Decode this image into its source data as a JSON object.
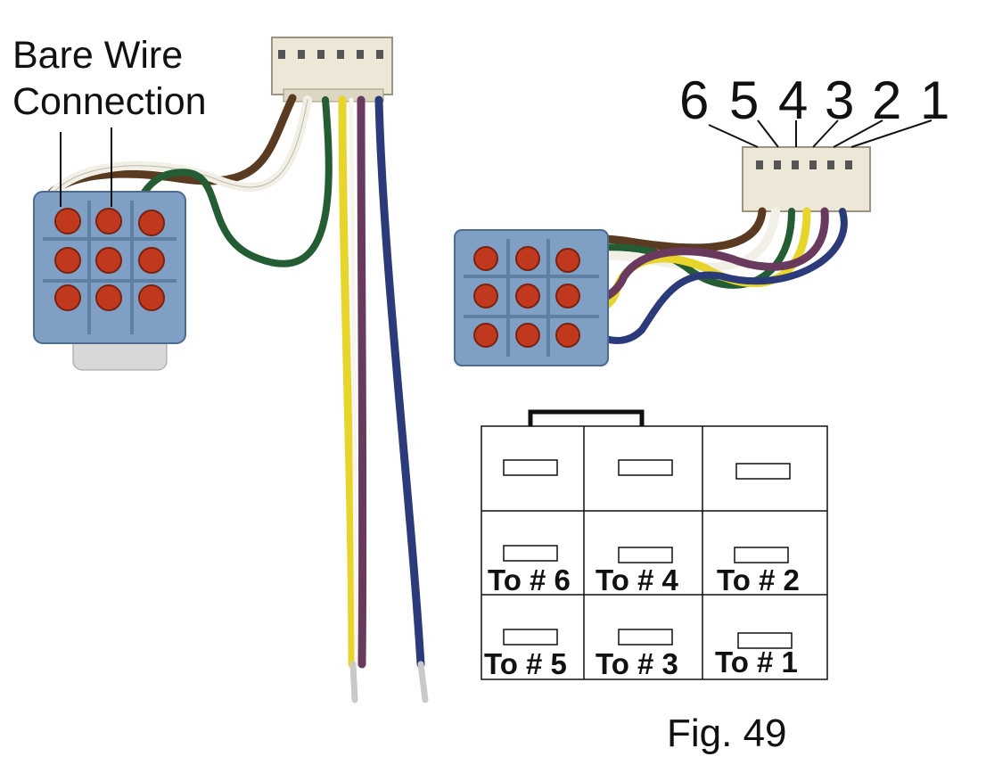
{
  "left_label": {
    "line1": "Bare Wire",
    "line2": "Connection"
  },
  "pin_numbers": [
    "6",
    "5",
    "4",
    "3",
    "2",
    "1"
  ],
  "diagram": {
    "rows": [
      [
        "",
        "",
        ""
      ],
      [
        "To # 6",
        "To # 4",
        "To # 2"
      ],
      [
        "To # 5",
        "To # 3",
        "To # 1"
      ]
    ]
  },
  "figure_caption": "Fig. 49",
  "colors": {
    "switch_blue": "#7f9fc4",
    "pin_red": "#c0391e",
    "wire_brown": "#5b3a22",
    "wire_white": "#f2f0e6",
    "wire_green": "#245c33",
    "wire_yellow": "#e8d52b",
    "wire_purple": "#6a3a5e",
    "wire_blue": "#2b3a78",
    "connector": "#ece7d6"
  }
}
